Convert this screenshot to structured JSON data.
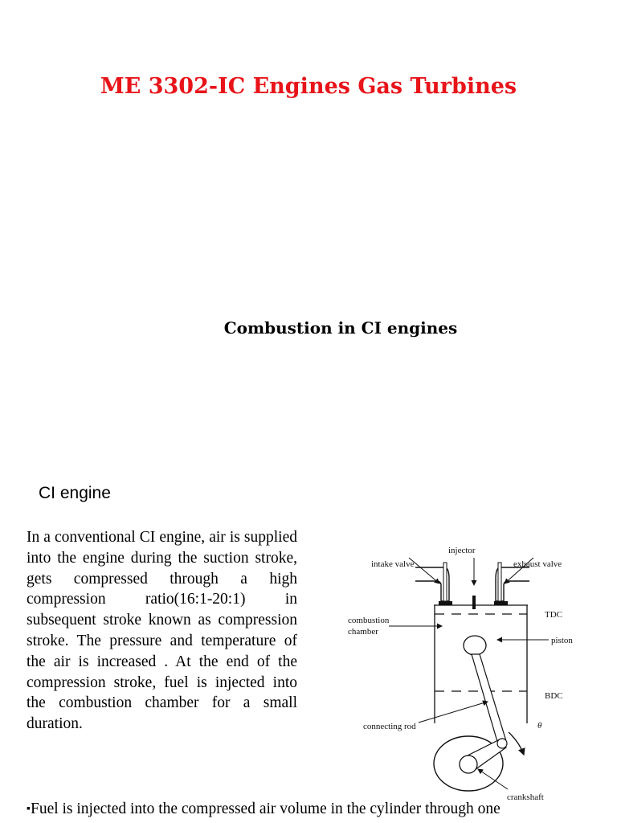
{
  "slide": {
    "course_title": "ME 3302-IC Engines Gas Turbines",
    "section_title": "Combustion in CI engines",
    "sub_heading": "CI engine",
    "intro_paragraph": "In a conventional CI engine, air is supplied into the engine during the suction stroke, gets compressed through a high compression ratio(16:1-20:1) in subsequent stroke known as compression stroke. The pressure and temperature of the air is increased . At the end of the compression stroke, fuel is injected into the combustion chamber for a small duration.",
    "bullet_marker": "▪",
    "bullet_text": "Fuel is injected into the compressed air volume in the cylinder through one"
  },
  "diagram": {
    "labels": {
      "injector": "injector",
      "intake_valve": "intake valve",
      "exhaust_valve": "exhaust valve",
      "tdc": "TDC",
      "combustion_chamber_line1": "combustion",
      "combustion_chamber_line2": "chamber",
      "piston": "piston",
      "bdc": "BDC",
      "connecting_rod": "connecting rod",
      "theta": "θ",
      "crankshaft": "crankshaft"
    }
  },
  "colors": {
    "title": "#e8141a",
    "text": "#000000",
    "background": "#ffffff"
  }
}
